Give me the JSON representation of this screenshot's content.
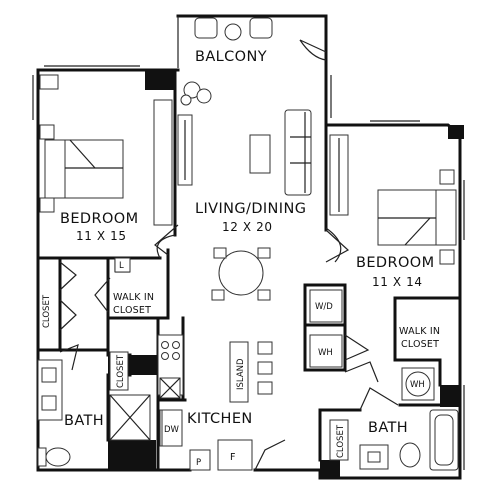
{
  "plan": {
    "labels": {
      "balcony": "BALCONY",
      "bedroom_left": "BEDROOM",
      "bedroom_left_dim": "11 X 15",
      "living_dining": "LIVING/DINING",
      "living_dining_dim": "12 X 20",
      "bedroom_right": "BEDROOM",
      "bedroom_right_dim": "11 X 14",
      "closet_left": "CLOSET",
      "walk_in_closet_left_1": "WALK IN",
      "walk_in_closet_left_2": "CLOSET",
      "walk_in_closet_right_1": "WALK IN",
      "walk_in_closet_right_2": "CLOSET",
      "linen": "L",
      "wd": "W/D",
      "wh_hall": "WH",
      "wh_bedroom": "WH",
      "island": "ISLAND",
      "closet_kitchen": "CLOSET",
      "dw": "DW",
      "kitchen": "KITCHEN",
      "pantry": "P",
      "fridge": "F",
      "bath_left": "BATH",
      "bath_right": "BATH",
      "closet_bath": "CLOSET"
    }
  }
}
